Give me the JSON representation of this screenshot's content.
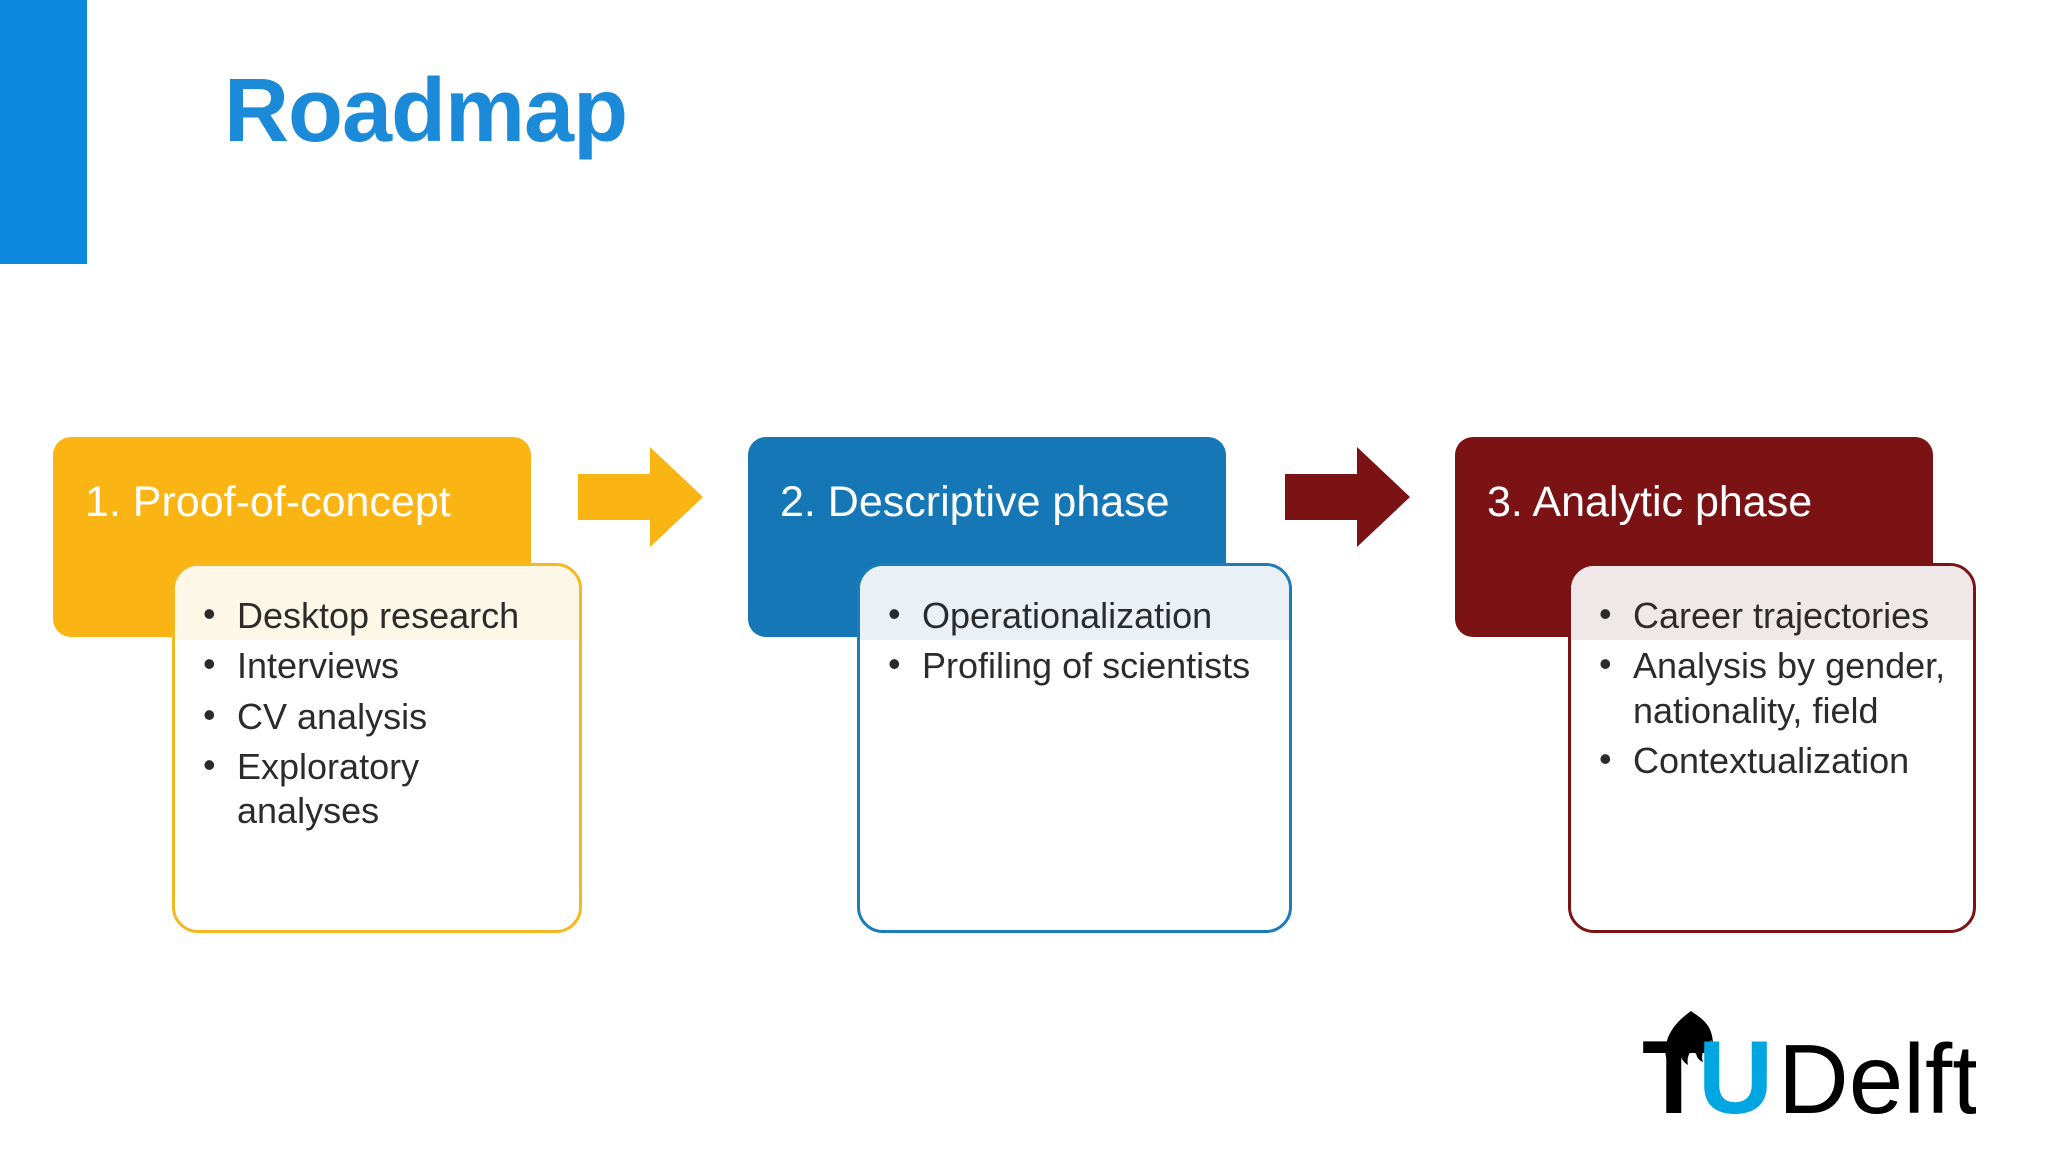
{
  "slide": {
    "title": "Roadmap",
    "accent_color": "#0C89DD",
    "title_color": "#1B8AD8",
    "background": "#FFFFFF"
  },
  "phases": [
    {
      "id": "phase-1",
      "header": "1. Proof-of-concept",
      "color": "#FAB515",
      "tint": "#FDF7E8",
      "items": [
        "Desktop research",
        "Interviews",
        "CV analysis",
        "Exploratory analyses"
      ]
    },
    {
      "id": "phase-2",
      "header": "2. Descriptive phase",
      "color": "#1577B5",
      "tint": "#EAF1F6",
      "items": [
        "Operationalization",
        "Profiling of scientists"
      ]
    },
    {
      "id": "phase-3",
      "header": "3. Analytic phase",
      "color": "#7B1214",
      "tint": "#F0E7E8",
      "items": [
        "Career trajectories",
        "Analysis by gender, nationality, field",
        "Contextualization"
      ]
    }
  ],
  "arrows": [
    {
      "id": "arrow-1",
      "color": "#FAB515",
      "direction": "right"
    },
    {
      "id": "arrow-2",
      "color": "#7B1214",
      "direction": "right"
    }
  ],
  "logo": {
    "t_text": "T",
    "u_text": "U",
    "delft_text": "Delft",
    "u_color": "#00A6E2",
    "text_color": "#000000"
  }
}
